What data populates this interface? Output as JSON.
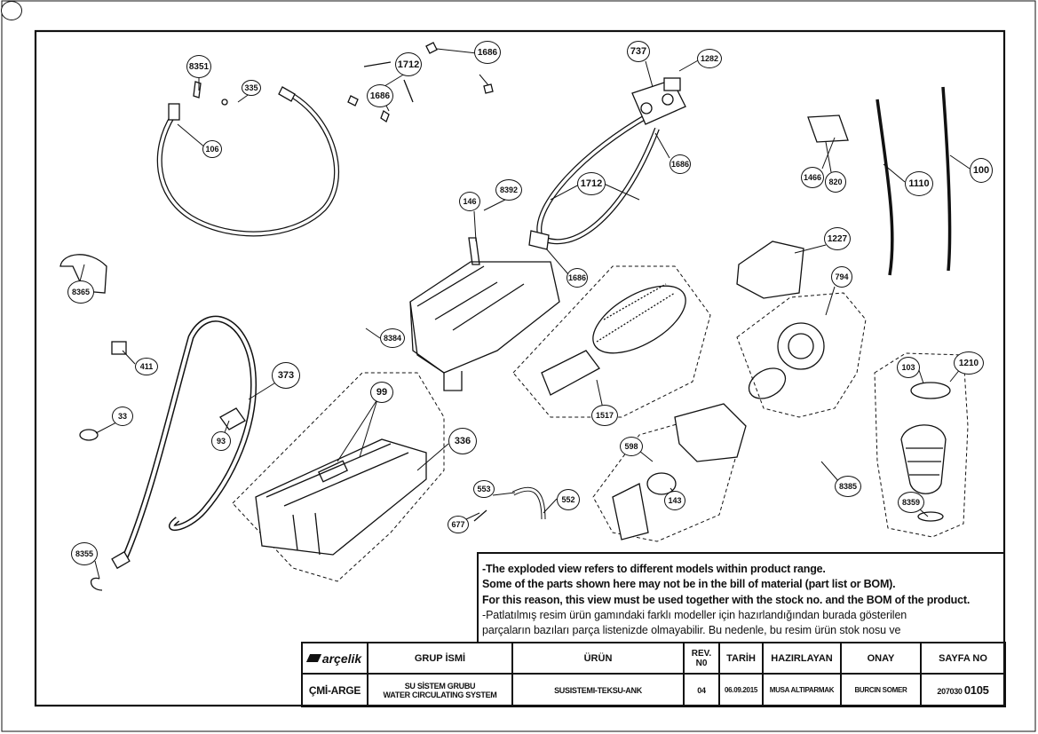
{
  "callouts": [
    "8351",
    "335",
    "106",
    "1712",
    "1686",
    "1686",
    "737",
    "1282",
    "1686",
    "1712",
    "1686",
    "1466",
    "820",
    "1110",
    "100",
    "146",
    "8392",
    "1227",
    "8365",
    "8384",
    "1686",
    "794",
    "411",
    "373",
    "1517",
    "103",
    "1210",
    "33",
    "99",
    "93",
    "336",
    "598",
    "8385",
    "553",
    "552",
    "143",
    "8355",
    "677",
    "8359"
  ],
  "notes": {
    "line1": "-The exploded view refers to different models within product range.",
    "line2": "Some of the parts shown here may not be in the bill of material (part list or BOM).",
    "line3": "For this reason, this view must be used together with the stock no. and the BOM of the product.",
    "line4": "-Patlatılmış resim ürün gamındaki farklı modeller için hazırlandığından burada gösterilen",
    "line5": "parçaların bazıları parça listenizde olmayabilir. Bu nedenle, bu resim ürün stok nosu ve"
  },
  "title_block": {
    "brand": "arçelik",
    "headers": {
      "group": "GRUP İSMİ",
      "product": "ÜRÜN",
      "rev": "REV.\nN0",
      "date": "TARİH",
      "prepared": "HAZIRLAYAN",
      "approve": "ONAY",
      "page": "SAYFA NO"
    },
    "values": {
      "code": "ÇMİ-ARGE",
      "group_tr": "SU SİSTEM GRUBU",
      "group_en": "WATER CIRCULATING SYSTEM",
      "product": "SUSISTEMI-TEKSU-ANK",
      "rev": "04",
      "date": "06.09.2015",
      "prepared": "MUSA ALTIPARMAK",
      "approve": "BURCIN SOMER",
      "page_prefix": "207030",
      "page_number": "0105"
    }
  }
}
